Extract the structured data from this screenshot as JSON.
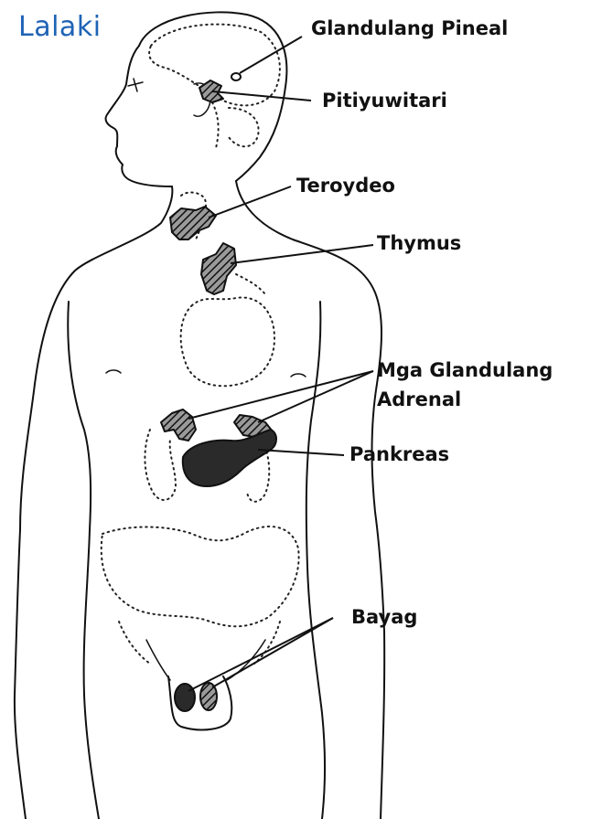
{
  "title": "Lalaki",
  "labels": {
    "pineal": "Glandulang Pineal",
    "pituitary": "Pitiyuwitari",
    "thyroid": "Teroydeo",
    "thymus": "Thymus",
    "adrenal_line1": "Mga Glandulang",
    "adrenal_line2": "Adrenal",
    "pancreas": "Pankreas",
    "testes": "Bayag"
  },
  "colors": {
    "title": "#1f63b5",
    "ink": "#111111",
    "background": "#ffffff"
  }
}
